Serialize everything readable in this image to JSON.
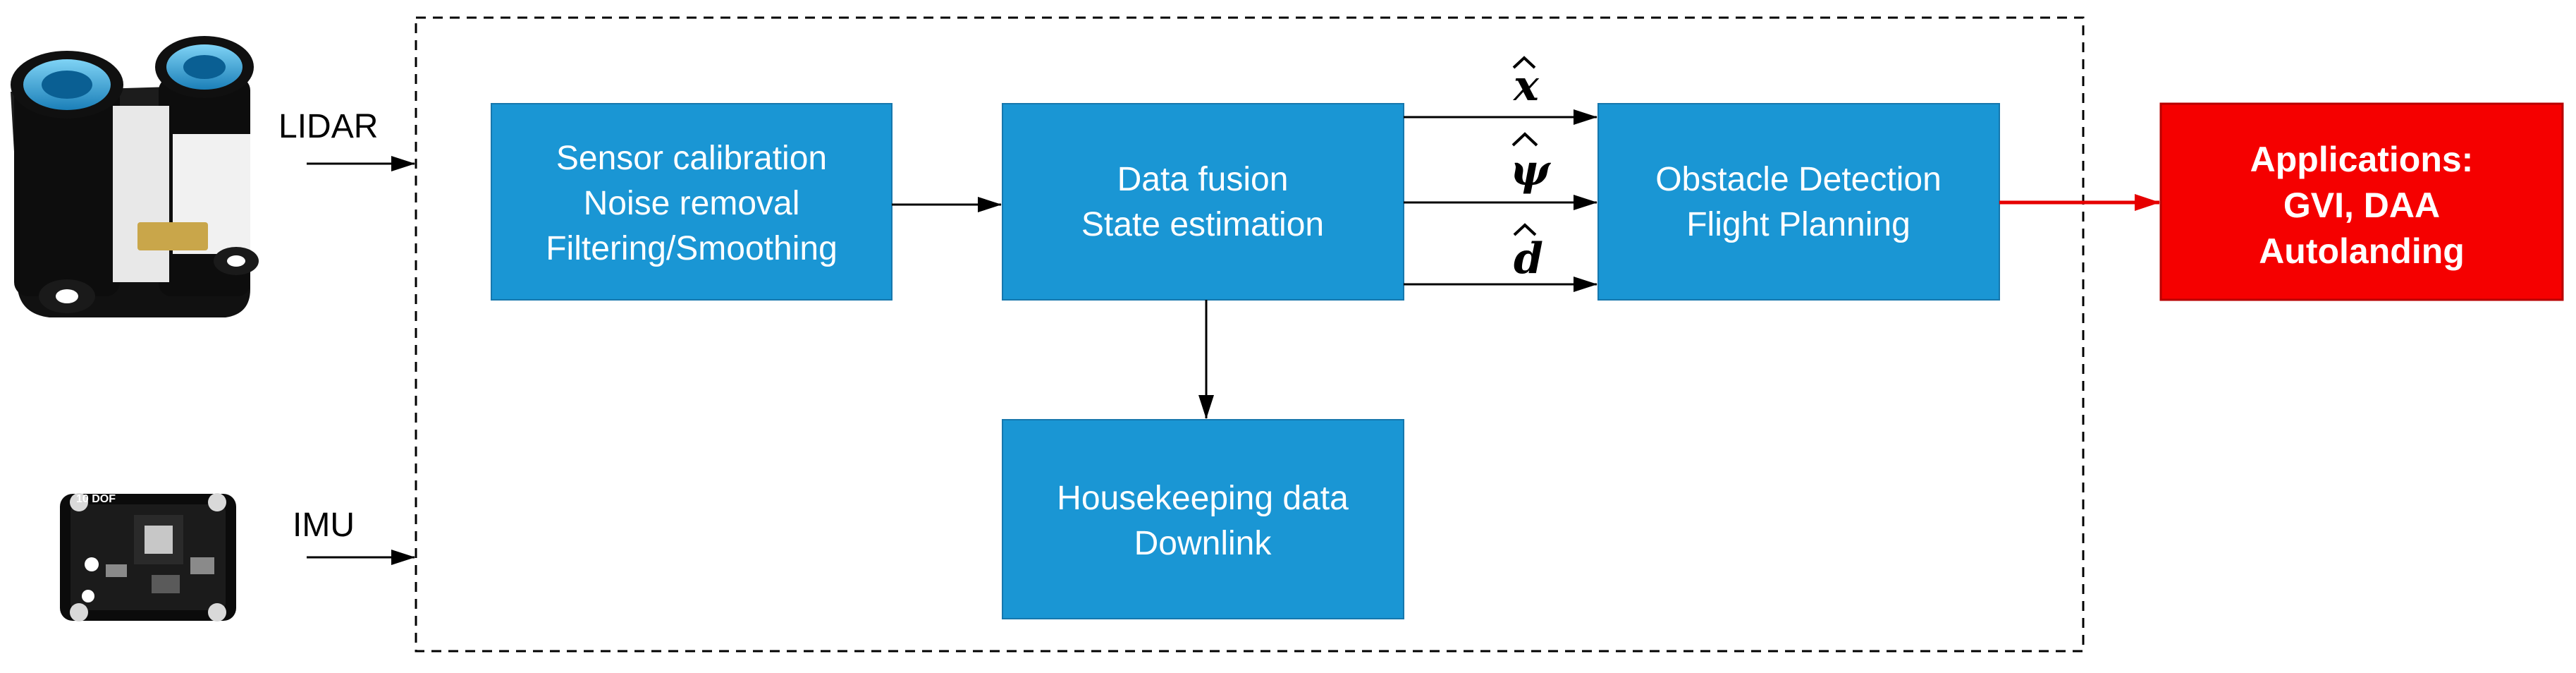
{
  "inputs": {
    "lidar_label": "LIDAR",
    "imu_label": "IMU",
    "imu_board_text": "10 DOF"
  },
  "blocks": {
    "calibration": [
      "Sensor calibration",
      "Noise removal",
      "Filtering/Smoothing"
    ],
    "fusion": [
      "Data fusion",
      "State estimation"
    ],
    "housekeeping": [
      "Housekeeping data",
      "Downlink"
    ],
    "obstacle": [
      "Obstacle Detection",
      "Flight Planning"
    ],
    "applications": [
      "Applications:",
      "GVI, DAA",
      "Autolanding"
    ]
  },
  "signals": {
    "x_hat": "x",
    "psi_hat": "ψ",
    "d_hat": "d"
  },
  "colors": {
    "block_fill": "#1a96d4",
    "block_stroke": "#1677ad",
    "app_fill": "#f50000",
    "app_stroke": "#b80000",
    "red_arrow": "#e60000"
  }
}
